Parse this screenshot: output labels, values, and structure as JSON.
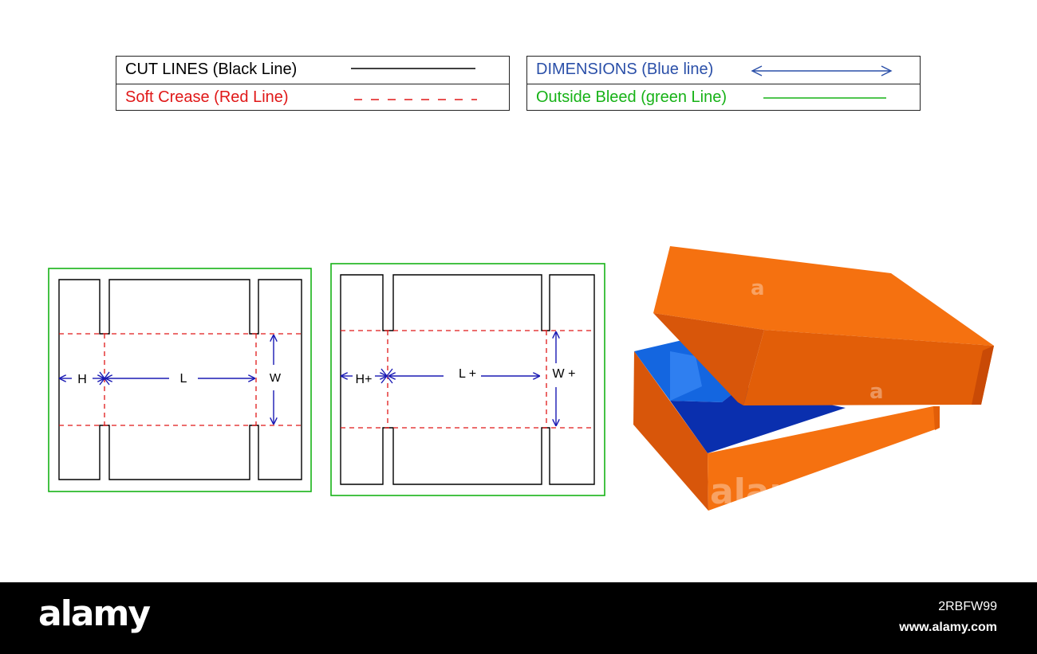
{
  "legend": {
    "cut_lines": {
      "label": "CUT LINES (Black Line)",
      "color": "#000000",
      "style": "solid"
    },
    "soft_crease": {
      "label": "Soft Crease (Red Line)",
      "color": "#e01818",
      "style": "dashed"
    },
    "dimensions": {
      "label": "DIMENSIONS (Blue line)",
      "color": "#2a4fa8",
      "style": "double-arrow"
    },
    "outside_bleed": {
      "label": "Outside Bleed (green Line)",
      "color": "#17b217",
      "style": "solid"
    }
  },
  "dielines": [
    {
      "dims": {
        "h": "H",
        "l": "L",
        "w": "W"
      }
    },
    {
      "dims": {
        "h": "H+",
        "l": "L +",
        "w": "W +"
      }
    }
  ],
  "box_illustration": {
    "colors": {
      "orange": "#f57110",
      "orange_dark": "#d8560a",
      "orange_side": "#e25e08",
      "blue": "#1466e0",
      "blue_dark": "#0a2fae"
    },
    "watermark": "alamy"
  },
  "footer": {
    "brand": "alamy",
    "image_id": "2RBFW99",
    "site": "www.alamy.com"
  }
}
